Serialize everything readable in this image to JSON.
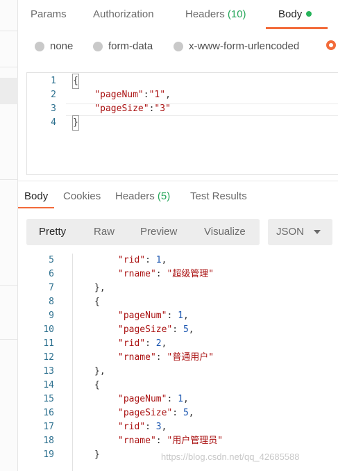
{
  "request_tabs": [
    {
      "label": "Params"
    },
    {
      "label": "Authorization"
    },
    {
      "label": "Headers",
      "count": "(10)"
    },
    {
      "label": "Body"
    }
  ],
  "body_types": [
    "none",
    "form-data",
    "x-www-form-urlencoded"
  ],
  "request_body": {
    "lines": [
      {
        "n": "1",
        "text": "{"
      },
      {
        "n": "2",
        "key": "\"pageNum\"",
        "value": "\"1\"",
        "tail": ","
      },
      {
        "n": "3",
        "key": "\"pageSize\"",
        "value": "\"3\"",
        "tail": ""
      },
      {
        "n": "4",
        "text": "}"
      }
    ]
  },
  "response_tabs": [
    {
      "label": "Body"
    },
    {
      "label": "Cookies"
    },
    {
      "label": "Headers",
      "count": "(5)"
    },
    {
      "label": "Test Results"
    }
  ],
  "view_modes": [
    "Pretty",
    "Raw",
    "Preview",
    "Visualize"
  ],
  "language": "JSON",
  "response_body": {
    "lines": [
      {
        "n": "5",
        "key": "\"rid\"",
        "value": "1",
        "tail": ",",
        "type": "num"
      },
      {
        "n": "6",
        "key": "\"rname\"",
        "value": "\"超级管理\"",
        "tail": "",
        "type": "str"
      },
      {
        "n": "7",
        "text": "},",
        "indent": 0
      },
      {
        "n": "8",
        "text": "{",
        "indent": 0
      },
      {
        "n": "9",
        "key": "\"pageNum\"",
        "value": "1",
        "tail": ",",
        "type": "num"
      },
      {
        "n": "10",
        "key": "\"pageSize\"",
        "value": "5",
        "tail": ",",
        "type": "num"
      },
      {
        "n": "11",
        "key": "\"rid\"",
        "value": "2",
        "tail": ",",
        "type": "num"
      },
      {
        "n": "12",
        "key": "\"rname\"",
        "value": "\"普通用户\"",
        "tail": "",
        "type": "str"
      },
      {
        "n": "13",
        "text": "},",
        "indent": 0
      },
      {
        "n": "14",
        "text": "{",
        "indent": 0
      },
      {
        "n": "15",
        "key": "\"pageNum\"",
        "value": "1",
        "tail": ",",
        "type": "num"
      },
      {
        "n": "16",
        "key": "\"pageSize\"",
        "value": "5",
        "tail": ",",
        "type": "num"
      },
      {
        "n": "17",
        "key": "\"rid\"",
        "value": "3",
        "tail": ",",
        "type": "num"
      },
      {
        "n": "18",
        "key": "\"rname\"",
        "value": "\"用户管理员\"",
        "tail": "",
        "type": "str"
      },
      {
        "n": "19",
        "text": "}",
        "indent": 0
      }
    ]
  },
  "watermark": "https://blog.csdn.net/qq_42685588",
  "colors": {
    "accent": "#f26b3a",
    "success": "#26b35a",
    "key": "#a11111",
    "number": "#1a55b0"
  }
}
